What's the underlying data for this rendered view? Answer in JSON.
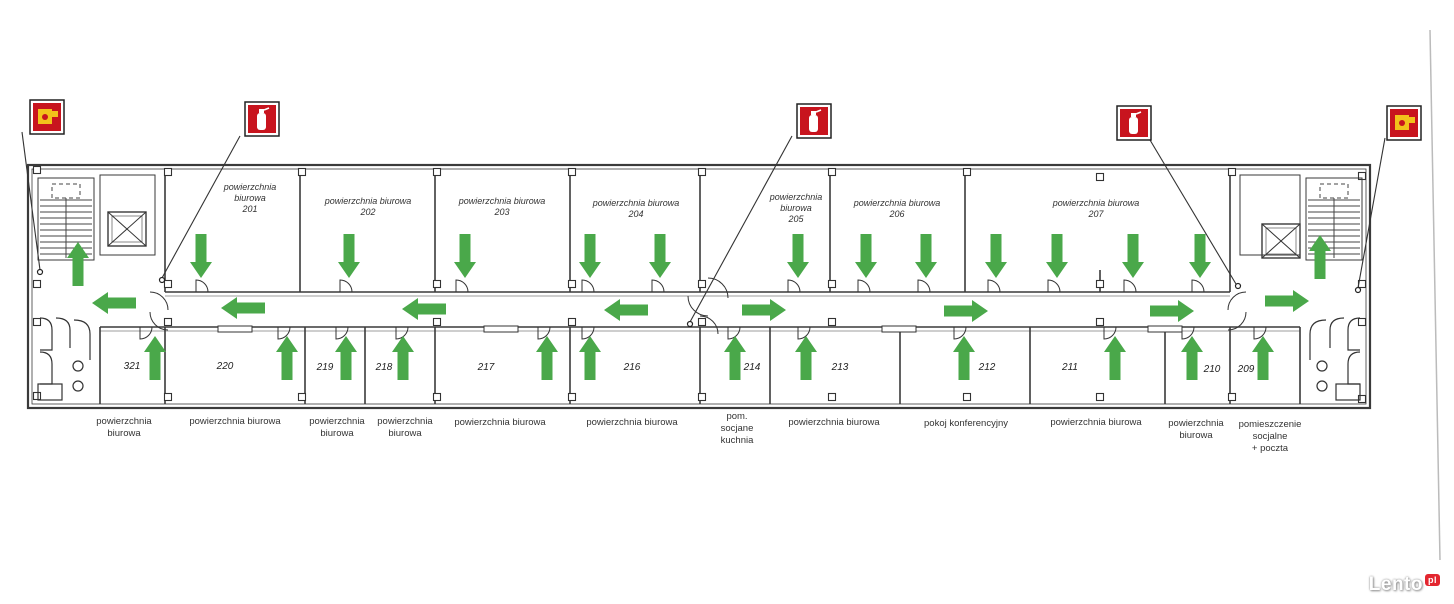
{
  "rooms_top": [
    {
      "id": "201",
      "lines": [
        "powierzchnia",
        "biurowa",
        "201"
      ]
    },
    {
      "id": "202",
      "lines": [
        "powierzchnia biurowa",
        "202"
      ]
    },
    {
      "id": "203",
      "lines": [
        "powierzchnia biurowa",
        "203"
      ]
    },
    {
      "id": "204",
      "lines": [
        "powierzchnia biurowa",
        "204"
      ]
    },
    {
      "id": "205",
      "lines": [
        "powierzchnia",
        "biurowa",
        "205"
      ]
    },
    {
      "id": "206",
      "lines": [
        "powierzchnia biurowa",
        "206"
      ]
    },
    {
      "id": "207",
      "lines": [
        "powierzchnia biurowa",
        "207"
      ]
    }
  ],
  "rooms_bottom": [
    "321",
    "220",
    "219",
    "218",
    "217",
    "216",
    "214",
    "213",
    "212",
    "211",
    "210",
    "209"
  ],
  "labels_below": [
    {
      "lines": [
        "powierzchnia",
        "biurowa"
      ]
    },
    {
      "lines": [
        "powierzchnia biurowa"
      ]
    },
    {
      "lines": [
        "powierzchnia",
        "biurowa"
      ]
    },
    {
      "lines": [
        "powierzchnia",
        "biurowa"
      ]
    },
    {
      "lines": [
        "powierzchnia biurowa"
      ]
    },
    {
      "lines": [
        "powierzchnia biurowa"
      ]
    },
    {
      "lines": [
        "pom.",
        "socjane",
        "kuchnia"
      ]
    },
    {
      "lines": [
        "powierzchnia biurowa"
      ]
    },
    {
      "lines": [
        "pokoj konferencyjny"
      ]
    },
    {
      "lines": [
        "powierzchnia biurowa"
      ]
    },
    {
      "lines": [
        "powierzchnia",
        "biurowa"
      ]
    },
    {
      "lines": [
        "pomieszczenie",
        "socjalne",
        "+ poczta"
      ]
    }
  ],
  "colors": {
    "arrow": "#4aa84a",
    "sign_red": "#c8141e",
    "hydrant_yellow": "#f2c21b"
  },
  "watermark": {
    "text": "Lento",
    "badge": "pl"
  },
  "icons": [
    "fire-hydrant-sign-icon",
    "fire-extinguisher-sign-icon",
    "exit-arrow-icon"
  ]
}
